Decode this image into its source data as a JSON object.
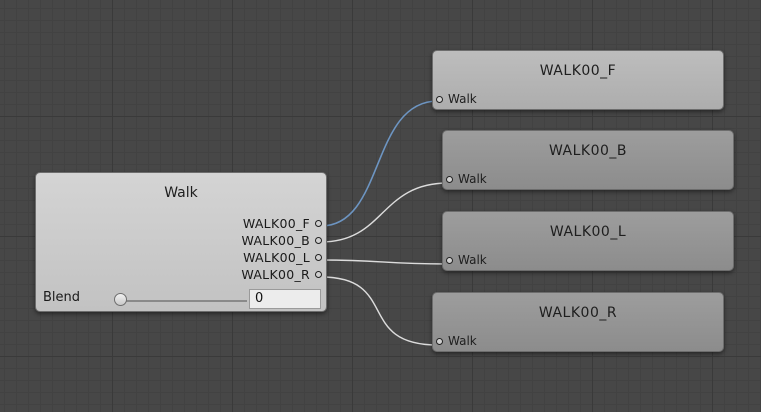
{
  "blend_tree": {
    "root": {
      "title": "Walk",
      "outputs": [
        "WALK00_F",
        "WALK00_B",
        "WALK00_L",
        "WALK00_R"
      ],
      "blend_label": "Blend",
      "blend_value": "0"
    },
    "clips": [
      {
        "title": "WALK00_F",
        "input_label": "Walk"
      },
      {
        "title": "WALK00_B",
        "input_label": "Walk"
      },
      {
        "title": "WALK00_L",
        "input_label": "Walk"
      },
      {
        "title": "WALK00_R",
        "input_label": "Walk"
      }
    ]
  },
  "colors": {
    "background": "#474747",
    "active_wire": "#6d95c2",
    "wire": "#dcdcdc"
  }
}
